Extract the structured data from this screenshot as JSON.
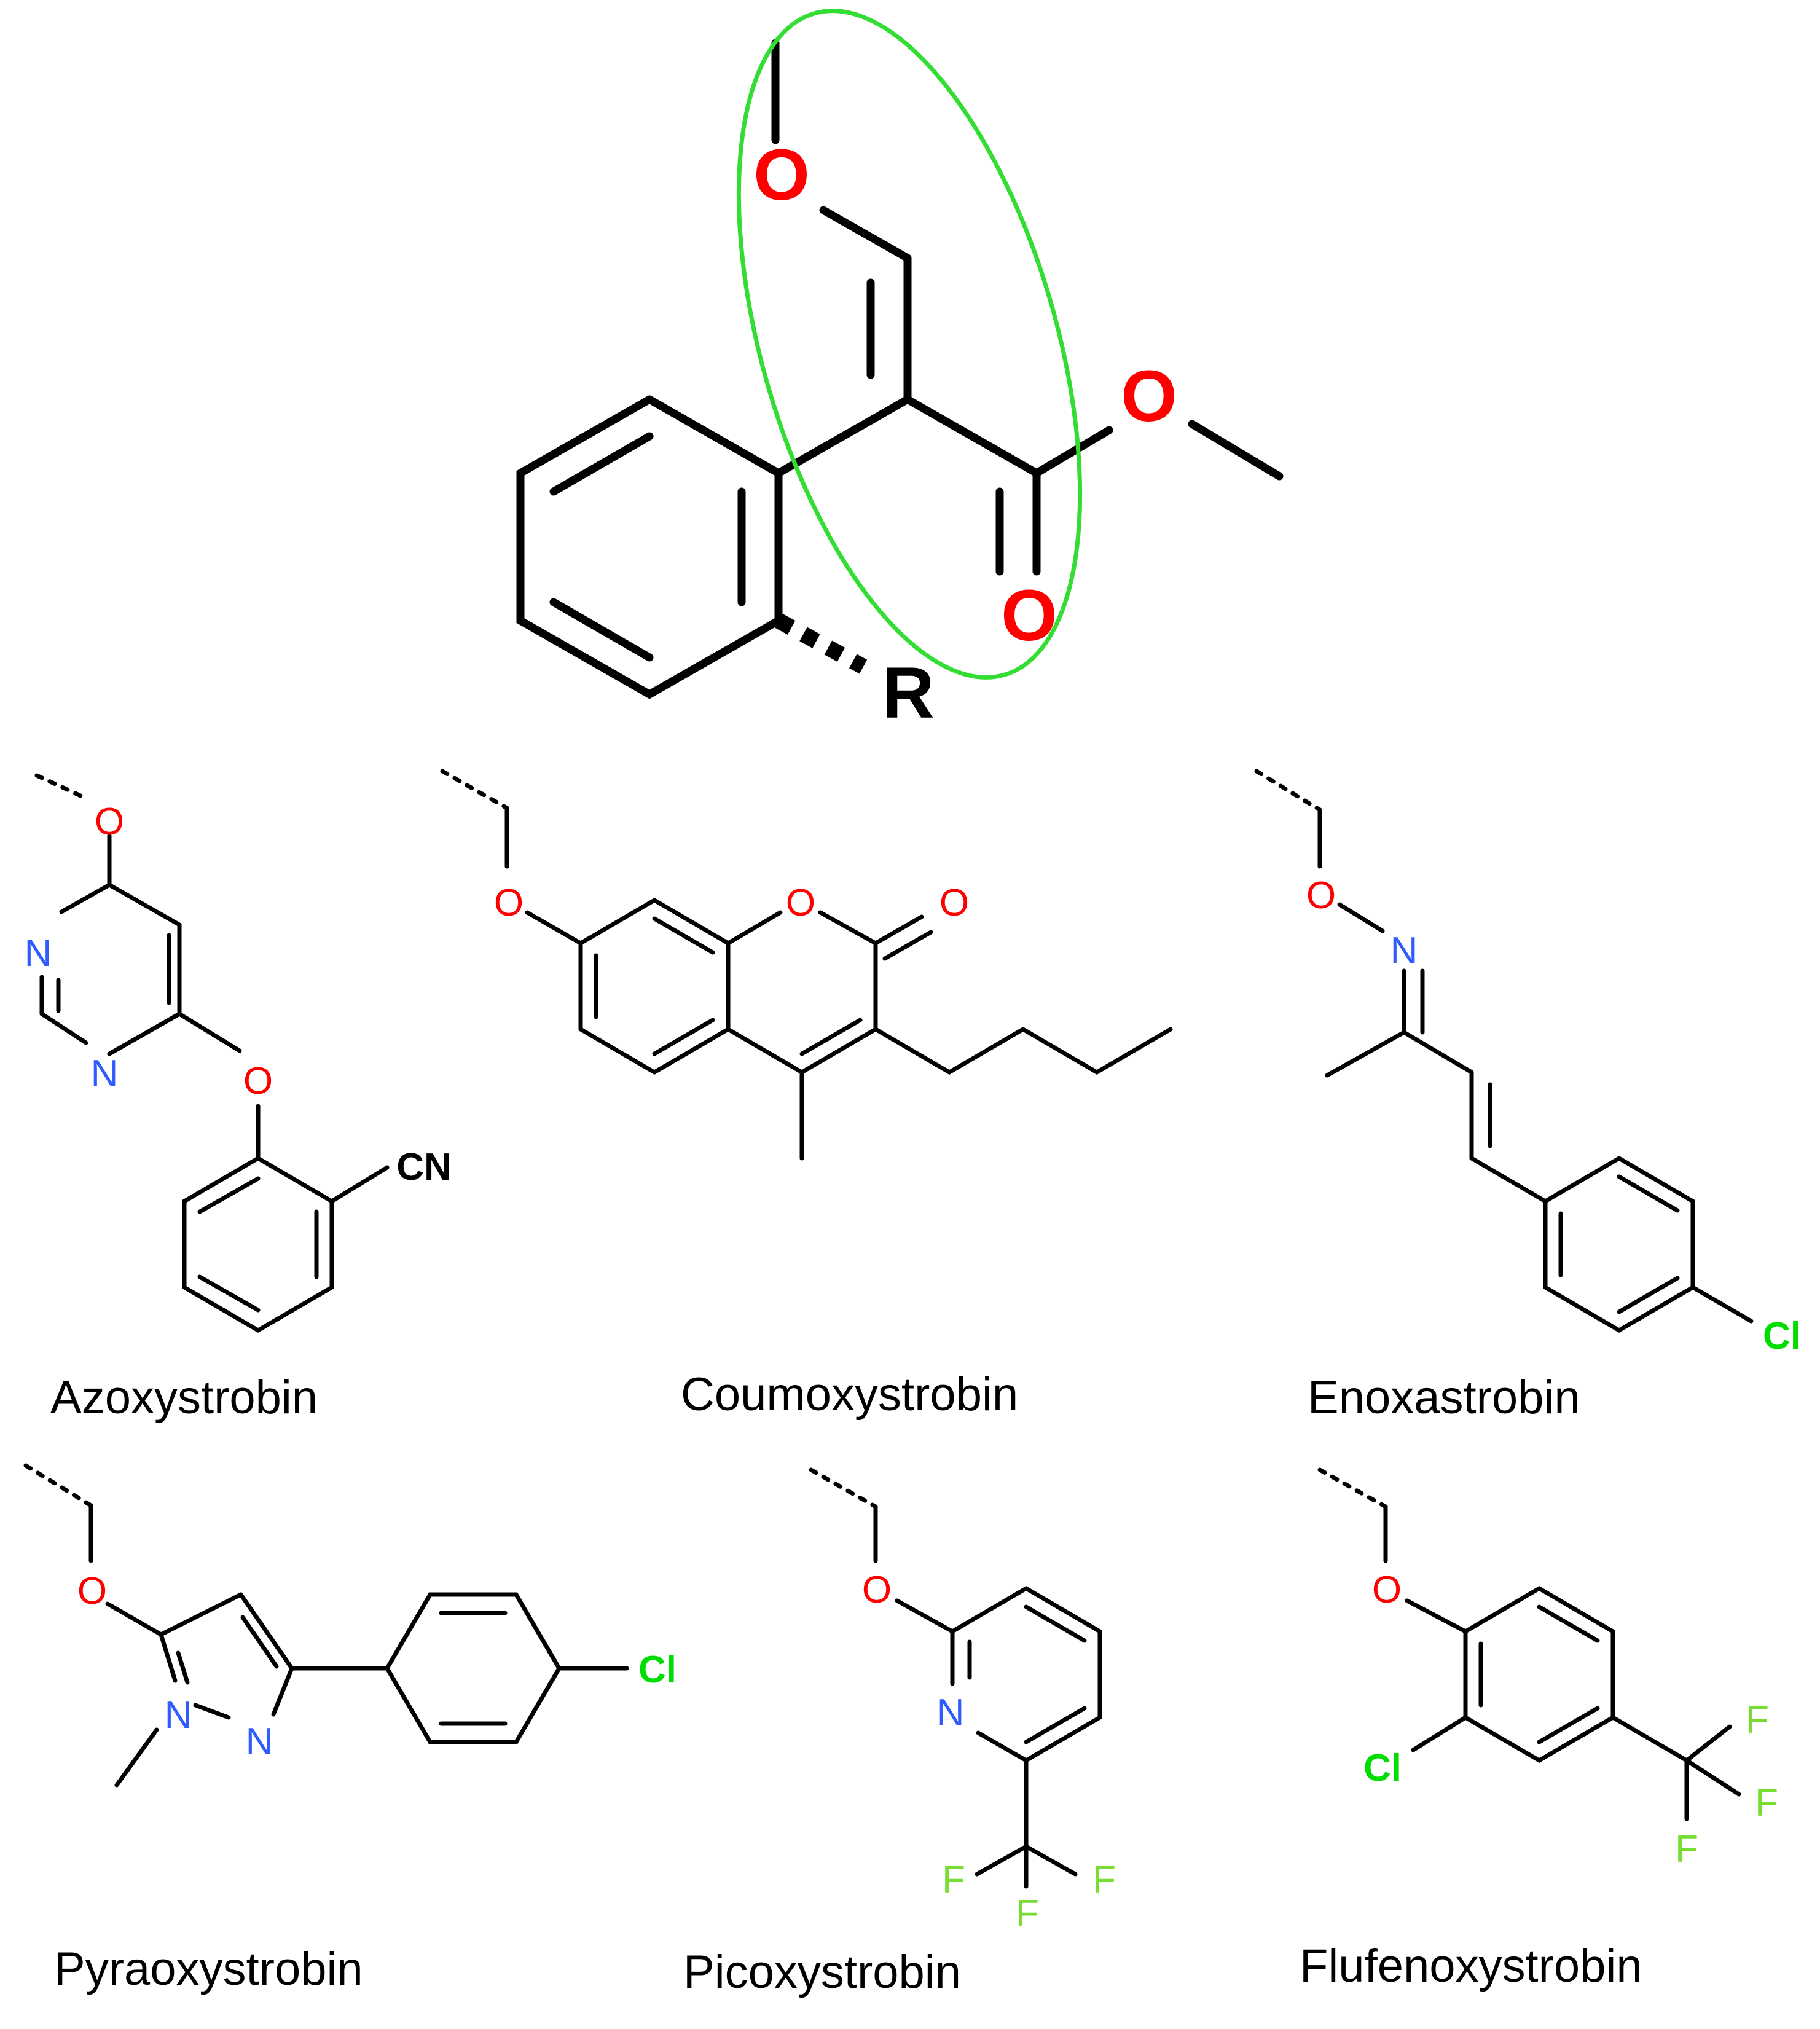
{
  "colors": {
    "bond": "#000000",
    "oxygen": "#ff0000",
    "nitrogen": "#2f5bff",
    "chlorine": "#00dd00",
    "fluorine": "#77dd33",
    "highlight": "#33dd33"
  },
  "core": {
    "atoms": [
      "O",
      "O",
      "O",
      "R"
    ],
    "highlight": "green-ellipse-pharmacophore"
  },
  "compounds": [
    {
      "name": "Azoxystrobin",
      "atoms": [
        "O",
        "N",
        "N",
        "O",
        "CN"
      ]
    },
    {
      "name": "Coumoxystrobin",
      "atoms": [
        "O",
        "O",
        "O"
      ]
    },
    {
      "name": "Enoxastrobin",
      "atoms": [
        "O",
        "N",
        "Cl"
      ]
    },
    {
      "name": "Pyraoxystrobin",
      "atoms": [
        "O",
        "N",
        "N",
        "Cl"
      ]
    },
    {
      "name": "Picoxystrobin",
      "atoms": [
        "O",
        "N",
        "F",
        "F",
        "F"
      ]
    },
    {
      "name": "Flufenoxystrobin",
      "atoms": [
        "O",
        "Cl",
        "F",
        "F",
        "F"
      ]
    }
  ]
}
